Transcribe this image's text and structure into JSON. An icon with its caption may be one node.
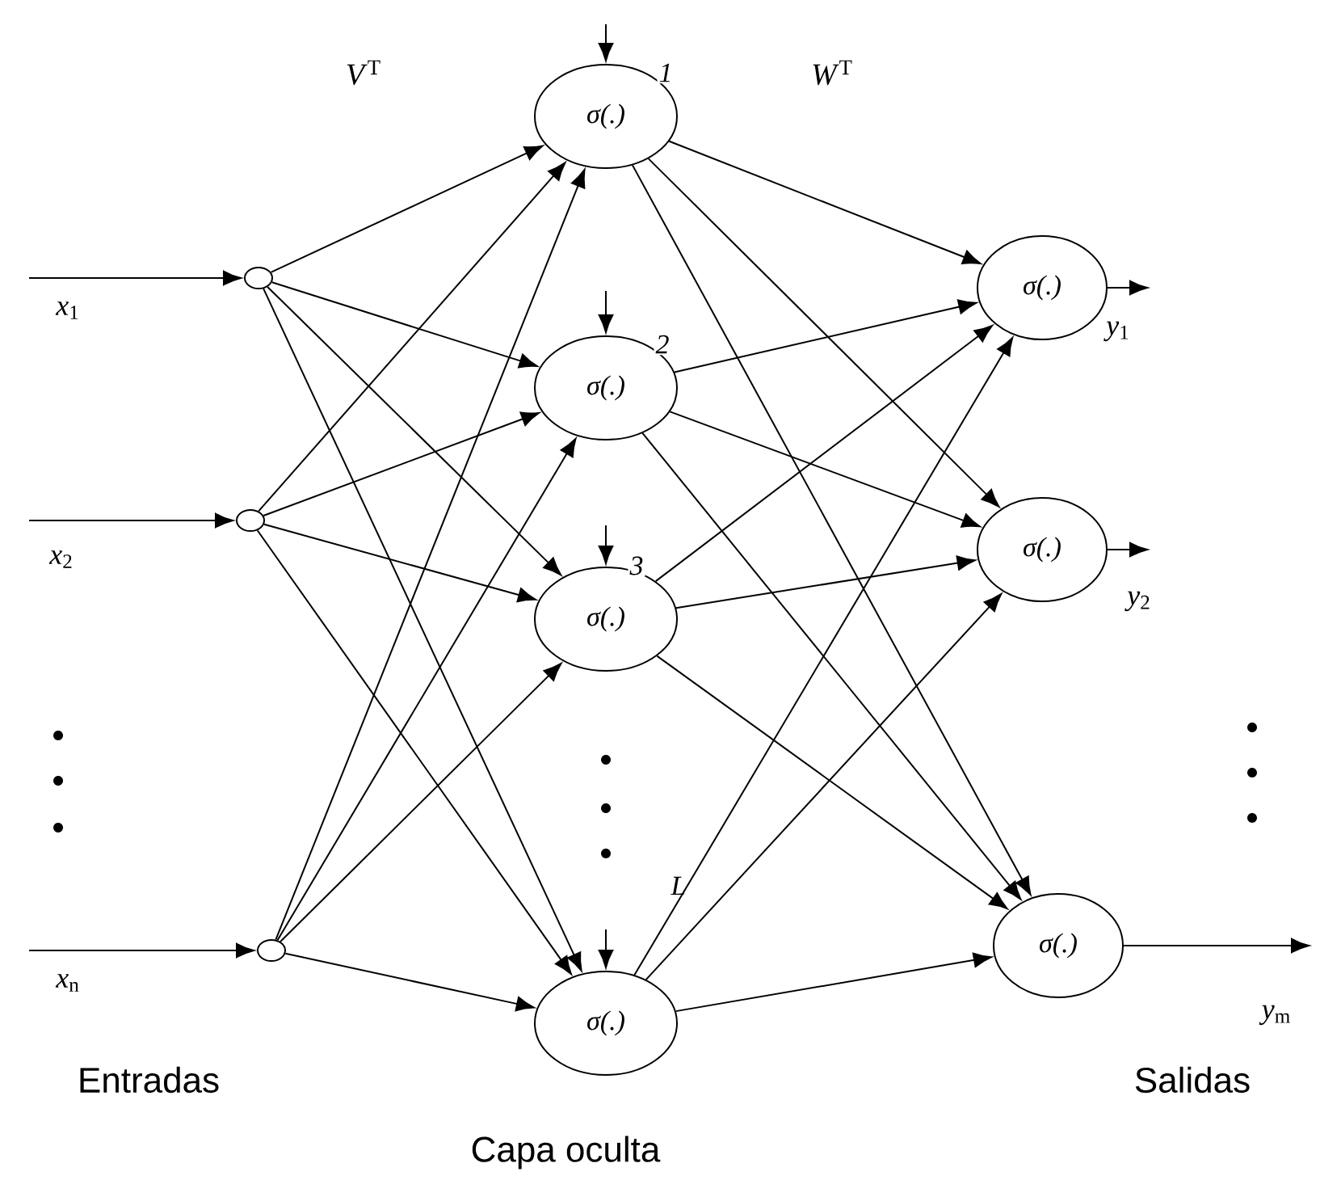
{
  "diagram": {
    "nodes": [
      {
        "text": [],
        "shape": "circle"
      },
      {
        "text": [],
        "shape": "circle"
      },
      {
        "text": [],
        "shape": "circle"
      },
      {
        "text": [
          "σ(.)"
        ],
        "beside": [
          "1"
        ]
      },
      {
        "text": [
          "σ(.)"
        ],
        "beside": [
          "2"
        ]
      },
      {
        "text": [
          "σ(.)"
        ],
        "beside": [
          "3"
        ]
      },
      {
        "text": [
          "σ(.)"
        ],
        "beside": [
          "L"
        ]
      },
      {
        "text": [
          "σ(.)"
        ]
      },
      {
        "text": [
          "σ(.)"
        ]
      },
      {
        "text": [
          "σ(.)"
        ]
      }
    ],
    "edges": [
      {
        "from": null,
        "to": 0,
        "arrow": "to",
        "label": "*x*$_{1}$"
      },
      {
        "from": null,
        "to": 1,
        "arrow": "to",
        "label": "*x*$_{2}$"
      },
      {
        "from": null,
        "to": 2,
        "arrow": "to",
        "label": "*x*$_{n}$"
      },
      {
        "from": 0,
        "to": 3,
        "arrow": "to"
      },
      {
        "from": 0,
        "to": 4,
        "arrow": "to"
      },
      {
        "from": 0,
        "to": 5,
        "arrow": "to"
      },
      {
        "from": 0,
        "to": 6,
        "arrow": "to"
      },
      {
        "from": 1,
        "to": 3,
        "arrow": "to"
      },
      {
        "from": 1,
        "to": 4,
        "arrow": "to"
      },
      {
        "from": 1,
        "to": 5,
        "arrow": "to"
      },
      {
        "from": 1,
        "to": 6,
        "arrow": "to"
      },
      {
        "from": 2,
        "to": 3,
        "arrow": "to"
      },
      {
        "from": 2,
        "to": 4,
        "arrow": "to"
      },
      {
        "from": 2,
        "to": 5,
        "arrow": "to"
      },
      {
        "from": 2,
        "to": 6,
        "arrow": "to"
      },
      {
        "from": null,
        "to": 3,
        "arrow": "to"
      },
      {
        "from": null,
        "to": 4,
        "arrow": "to"
      },
      {
        "from": null,
        "to": 5,
        "arrow": "to"
      },
      {
        "from": null,
        "to": 6,
        "arrow": "to"
      },
      {
        "from": 3,
        "to": 7,
        "arrow": "to"
      },
      {
        "from": 3,
        "to": 8,
        "arrow": "to"
      },
      {
        "from": 3,
        "to": 9,
        "arrow": "to"
      },
      {
        "from": 4,
        "to": 7,
        "arrow": "to"
      },
      {
        "from": 4,
        "to": 8,
        "arrow": "to"
      },
      {
        "from": 4,
        "to": 9,
        "arrow": "to"
      },
      {
        "from": 5,
        "to": 7,
        "arrow": "to"
      },
      {
        "from": 5,
        "to": 8,
        "arrow": "to"
      },
      {
        "from": 5,
        "to": 9,
        "arrow": "to"
      },
      {
        "from": 6,
        "to": 7,
        "arrow": "to"
      },
      {
        "from": 6,
        "to": 8,
        "arrow": "to"
      },
      {
        "from": 6,
        "to": 9,
        "arrow": "to"
      },
      {
        "from": 7,
        "to": null,
        "arrow": "to",
        "label": "*y*$_{1}$"
      },
      {
        "from": 8,
        "to": null,
        "arrow": "to",
        "label": "*y*$_{2}$"
      },
      {
        "from": 9,
        "to": null,
        "arrow": "to",
        "label": "*y*$_{m}$"
      }
    ],
    "labels": [
      "*V*$^{T}$",
      "*W*$^{T}$",
      "Entradas",
      "Capa oculta",
      "Salidas"
    ]
  }
}
